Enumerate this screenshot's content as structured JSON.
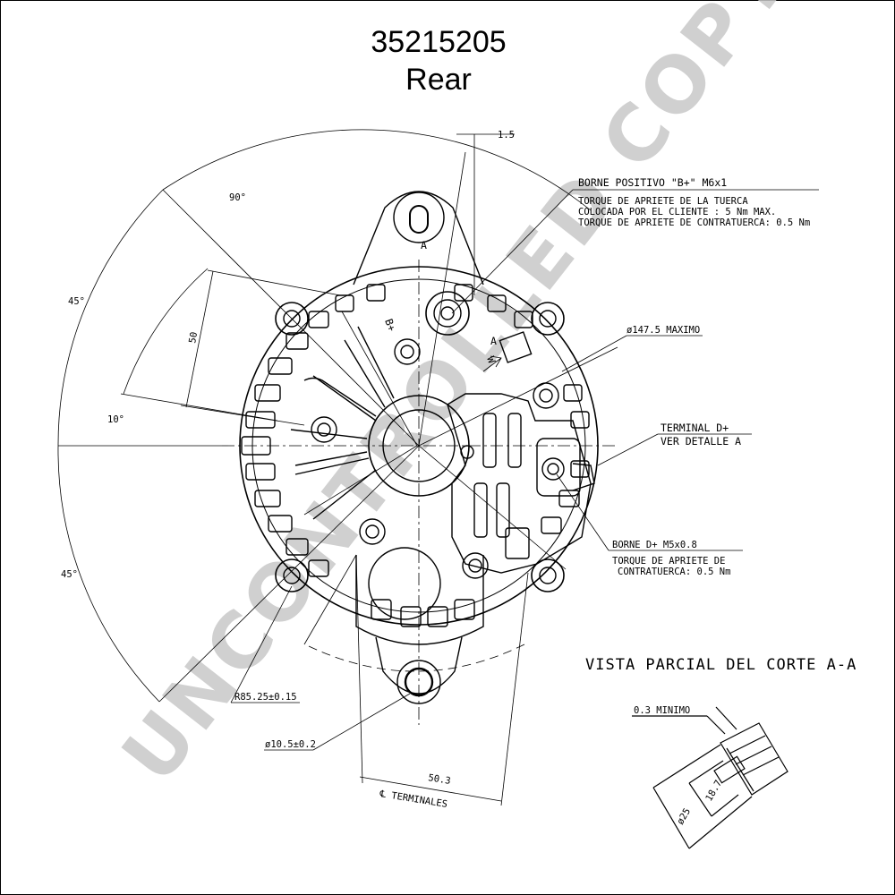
{
  "header": {
    "part_number": "35215205",
    "view": "Rear"
  },
  "watermark": "UNCONTROLLED COPY",
  "dimensions": {
    "offset_top": "1.5",
    "angle_90": "90°",
    "angle_45_top": "45°",
    "angle_45_bottom": "45°",
    "angle_10": "10°",
    "height_50": "50",
    "max_diameter": "ø147.5 MAXIMO",
    "radius": "R85.25±0.15",
    "hole_diameter": "ø10.5±0.2",
    "terminal_spacing": "50.3",
    "centerline_terminals": "℄  TERMINALES",
    "min_gap": "0.3 MINIMO",
    "dia_25": "ø25",
    "dim_18_7": "18.7"
  },
  "annotations": {
    "b_plus_title": "BORNE POSITIVO \"B+\" M6x1",
    "b_plus_line1": "TORQUE DE APRIETE DE LA TUERCA",
    "b_plus_line2": "COLOCADA POR EL CLIENTE : 5 Nm MAX.",
    "b_plus_line3": "TORQUE DE APRIETE DE CONTRATUERCA: 0.5 Nm",
    "terminal_d_title": "TERMINAL D+",
    "terminal_d_sub": "VER DETALLE A",
    "borne_d_title": "BORNE D+ M5x0.8",
    "borne_d_line1": "TORQUE DE APRIETE DE",
    "borne_d_line2": "CONTRATUERCA: 0.5 Nm",
    "section_title": "VISTA PARCIAL DEL CORTE A-A",
    "section_marker_a1": "A",
    "section_marker_a2": "A",
    "mark_b_plus": "B+",
    "mark_w": "W"
  }
}
